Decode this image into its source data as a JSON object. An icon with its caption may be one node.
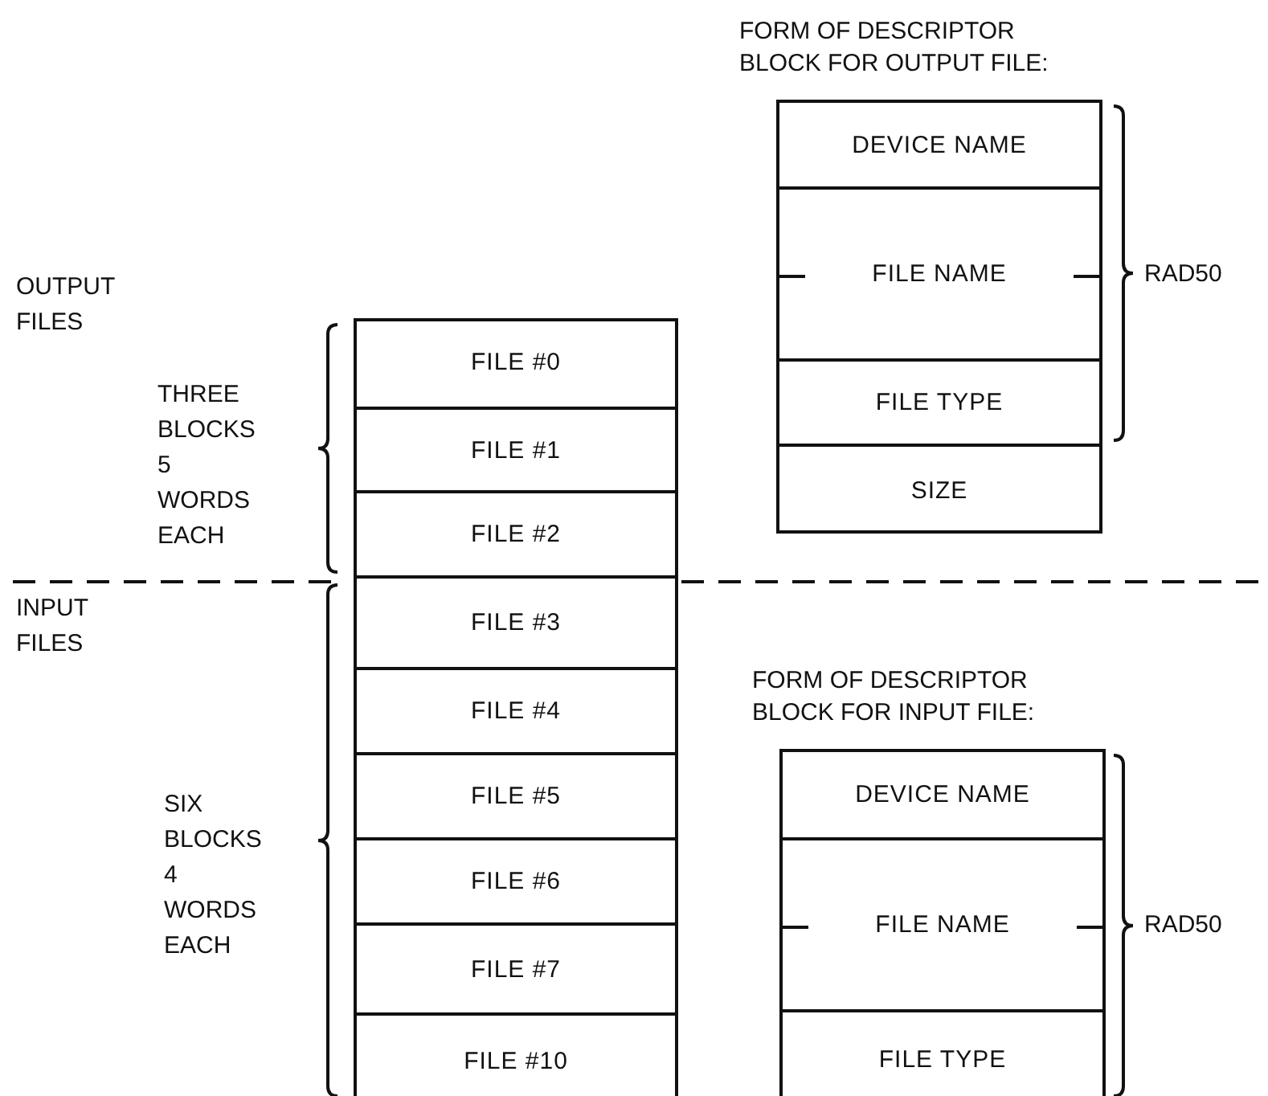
{
  "diagram": {
    "nodes": [
      {
        "text": [
          "FORM OF DESCRIPTOR BLOCK FOR OUTPUT FILE:"
        ]
      },
      {
        "text": [
          "DEVICE NAME"
        ],
        "in": 0
      },
      {
        "text": [
          "FILE NAME"
        ],
        "in": 0
      },
      {
        "text": [
          "FILE TYPE"
        ],
        "in": 0
      },
      {
        "text": [
          "SIZE"
        ],
        "in": 0
      },
      {
        "text": [],
        "shape": "box"
      },
      {
        "text": [
          "FILE #0"
        ],
        "in": 5
      },
      {
        "text": [
          "FILE #1"
        ],
        "in": 5
      },
      {
        "text": [
          "FILE #2"
        ],
        "in": 5
      },
      {
        "text": [
          "FILE #3"
        ],
        "in": 5
      },
      {
        "text": [
          "FILE #4"
        ],
        "in": 5
      },
      {
        "text": [
          "FILE #5"
        ],
        "in": 5
      },
      {
        "text": [
          "FILE #6"
        ],
        "in": 5
      },
      {
        "text": [
          "FILE #7"
        ],
        "in": 5
      },
      {
        "text": [
          "FILE #10"
        ],
        "in": 5
      },
      {
        "text": [
          "FORM OF DESCRIPTOR BLOCK FOR INPUT FILE:"
        ]
      },
      {
        "text": [
          "DEVICE NAME"
        ],
        "in": 15
      },
      {
        "text": [
          "FILE NAME"
        ],
        "in": 15
      },
      {
        "text": [
          "FILE TYPE"
        ],
        "in": 15
      }
    ],
    "labels": [
      "RAD50",
      "OUTPUT FILES",
      "THREE BLOCKS 5 WORDS EACH",
      "INPUT FILES",
      "SIX BLOCKS 4 WORDS EACH",
      "RAD50"
    ]
  }
}
